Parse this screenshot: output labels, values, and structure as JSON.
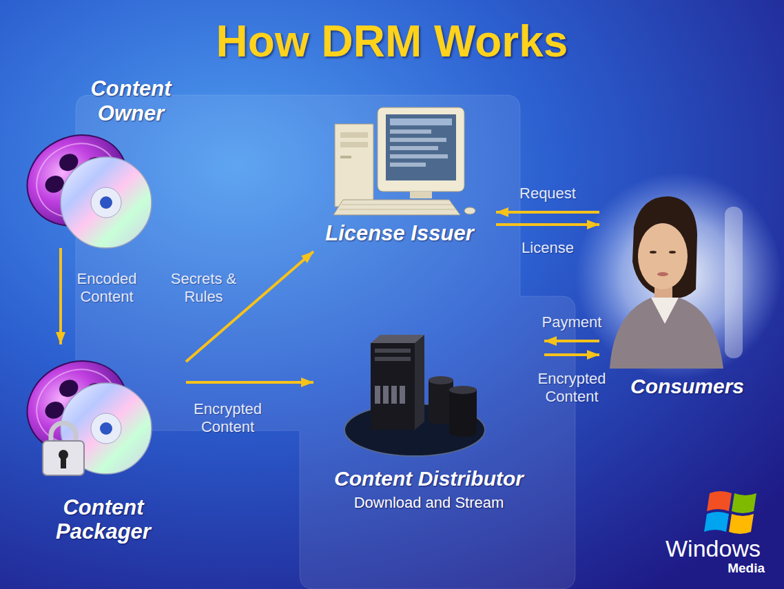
{
  "diagram": {
    "title": "How DRM Works",
    "nodes": [
      {
        "text": [
          "Content Owner"
        ]
      },
      {
        "text": [
          "Content Packager"
        ]
      },
      {
        "text": [
          "License Issuer"
        ]
      },
      {
        "text": [
          "Content Distributor",
          "Download and Stream"
        ]
      },
      {
        "text": [
          "Consumers"
        ]
      }
    ],
    "edges": [
      {
        "from": 0,
        "to": 1,
        "arrow": "to",
        "label": "Encoded Content"
      },
      {
        "from": 1,
        "to": 2,
        "arrow": "to",
        "label": "Secrets & Rules"
      },
      {
        "from": 1,
        "to": 3,
        "arrow": "to",
        "label": "Encrypted Content"
      },
      {
        "from": 4,
        "to": 2,
        "arrow": "to",
        "label": "Request"
      },
      {
        "from": 2,
        "to": 4,
        "arrow": "to",
        "label": "License"
      },
      {
        "from": 4,
        "to": 3,
        "arrow": "to",
        "label": "Payment"
      },
      {
        "from": 3,
        "to": 4,
        "arrow": "to",
        "label": "Encrypted Content"
      }
    ],
    "labels": [
      "Windows",
      "Media"
    ]
  }
}
